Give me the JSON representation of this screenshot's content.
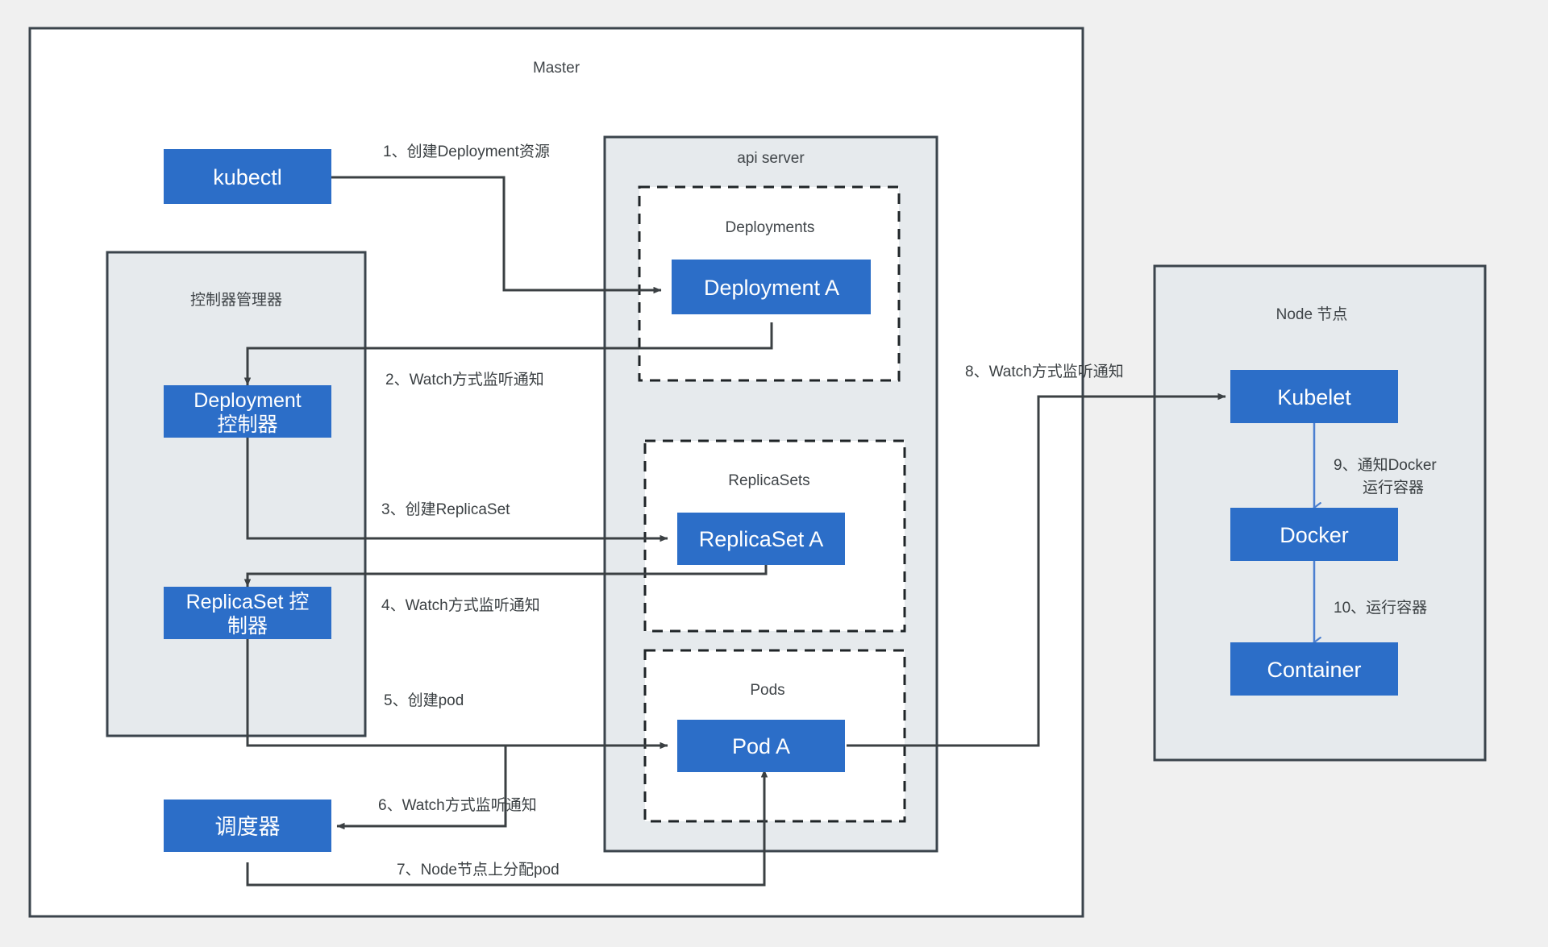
{
  "page": {
    "background_color": "#f0f0f0",
    "accent_color": "#2c6ec8",
    "line_color": "#3b4043",
    "group_fill": "#e6eaed"
  },
  "master": {
    "title": "Master",
    "controller_manager": {
      "title": "控制器管理器",
      "nodes": [
        {
          "label_line1": "Deployment",
          "label_line2": "控制器"
        },
        {
          "label_line1": "ReplicaSet 控",
          "label_line2": "制器"
        }
      ]
    },
    "api_server": {
      "title": "api server",
      "groups": [
        {
          "title": "Deployments",
          "node": "Deployment A"
        },
        {
          "title": "ReplicaSets",
          "node": "ReplicaSet A"
        },
        {
          "title": "Pods",
          "node": "Pod A"
        }
      ]
    },
    "kubectl": {
      "label": "kubectl"
    },
    "scheduler": {
      "label": "调度器"
    }
  },
  "node": {
    "title": "Node 节点",
    "nodes": [
      {
        "label": "Kubelet"
      },
      {
        "label": "Docker"
      },
      {
        "label": "Container"
      }
    ]
  },
  "steps": [
    {
      "id": "1",
      "text": "1、创建Deployment资源"
    },
    {
      "id": "2",
      "text": "2、Watch方式监听通知"
    },
    {
      "id": "3",
      "text": "3、创建ReplicaSet"
    },
    {
      "id": "4",
      "text": "4、Watch方式监听通知"
    },
    {
      "id": "5",
      "text": "5、创建pod"
    },
    {
      "id": "6",
      "text": "6、Watch方式监听通知"
    },
    {
      "id": "7",
      "text": "7、Node节点上分配pod"
    },
    {
      "id": "8",
      "text": "8、Watch方式监听通知"
    },
    {
      "id": "9a",
      "text": "9、通知Docker"
    },
    {
      "id": "9b",
      "text": "运行容器"
    },
    {
      "id": "10",
      "text": "10、运行容器"
    }
  ]
}
